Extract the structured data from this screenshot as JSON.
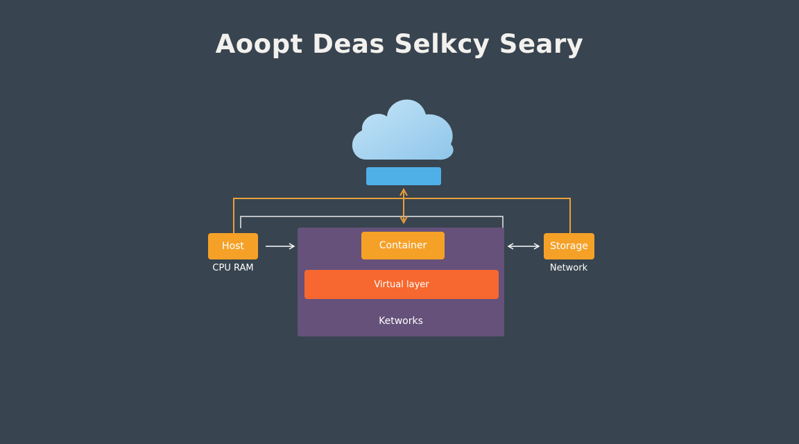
{
  "title": "Aoopt Deas Selkcy Seary",
  "nodes": {
    "host": {
      "label": "Host",
      "sublabel": "CPU RAM"
    },
    "storage": {
      "label": "Storage",
      "sublabel": "Network"
    },
    "container": {
      "label": "Container"
    },
    "virtual_layer": {
      "label": "Virtual layer"
    },
    "networks": {
      "label": "Ketworks"
    }
  },
  "colors": {
    "background": "#38444f",
    "cloud": "#a9d6f1",
    "cloud_bar": "#4fb0e8",
    "orange": "#f5a128",
    "deep_orange": "#f6682f",
    "panel": "#65517a",
    "connector_orange": "#e8a13a",
    "connector_white": "#e9e9ea"
  },
  "icons": {
    "cloud": "cloud-icon"
  }
}
